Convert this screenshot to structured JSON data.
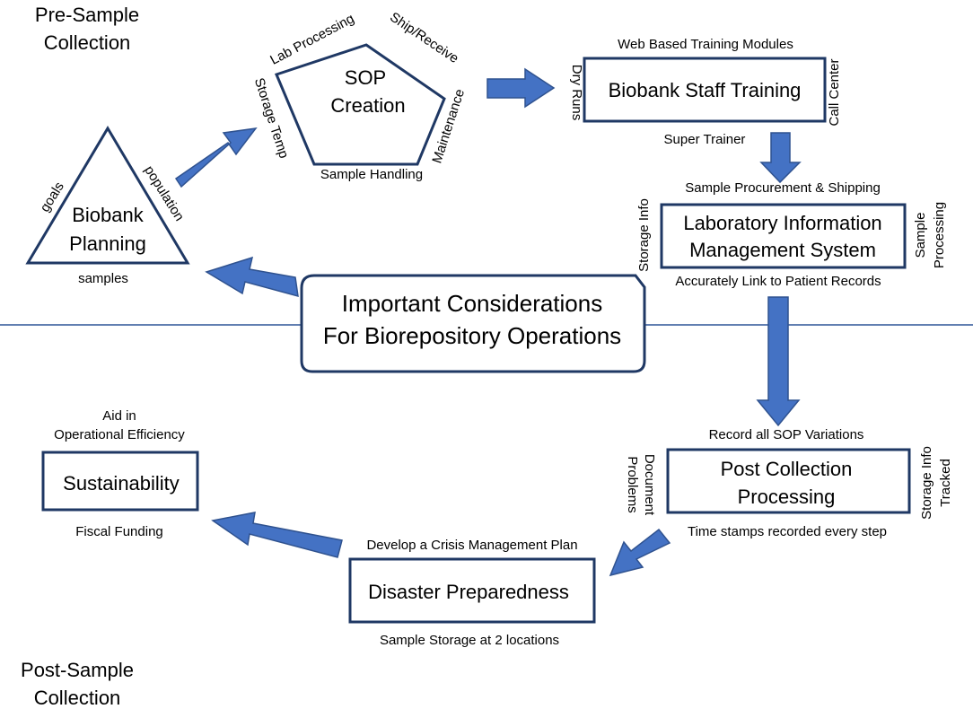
{
  "phases": {
    "pre_sample_line1": "Pre-Sample",
    "pre_sample_line2": "Collection",
    "post_sample_line1": "Post-Sample",
    "post_sample_line2": "Collection"
  },
  "center": {
    "line1": "Important Considerations",
    "line2": "For Biorepository Operations"
  },
  "planning": {
    "line1": "Biobank",
    "line2": "Planning",
    "goals": "goals",
    "population": "population",
    "samples": "samples"
  },
  "sop": {
    "line1": "SOP",
    "line2": "Creation",
    "lab_processing": "Lab Processing",
    "ship_receive": "Ship/Receive",
    "maintenance": "Maintenance",
    "sample_handling": "Sample Handling",
    "storage_temp": "Storage Temp"
  },
  "training": {
    "title": "Biobank Staff Training",
    "top": "Web Based Training Modules",
    "left": "Dry Runs",
    "right": "Call Center",
    "bottom": "Super Trainer"
  },
  "lims": {
    "line1": "Laboratory Information",
    "line2": "Management System",
    "top": "Sample Procurement & Shipping",
    "left": "Storage Info",
    "right_line1": "Sample",
    "right_line2": "Processing",
    "bottom": "Accurately Link to Patient Records"
  },
  "post_collection": {
    "line1": "Post Collection",
    "line2": "Processing",
    "top": "Record all SOP Variations",
    "left_line1": "Document",
    "left_line2": "Problems",
    "right_line1": "Storage Info",
    "right_line2": "Tracked",
    "bottom": "Time stamps recorded every step"
  },
  "disaster": {
    "title": "Disaster Preparedness",
    "top": "Develop a Crisis Management Plan",
    "bottom": "Sample Storage at 2 locations"
  },
  "sustainability": {
    "title": "Sustainability",
    "top_line1": "Aid in",
    "top_line2": "Operational Efficiency",
    "bottom": "Fiscal Funding"
  },
  "colors": {
    "arrow_fill": "#4472c4",
    "shape_border": "#1f3864",
    "divider": "#2f5597"
  }
}
